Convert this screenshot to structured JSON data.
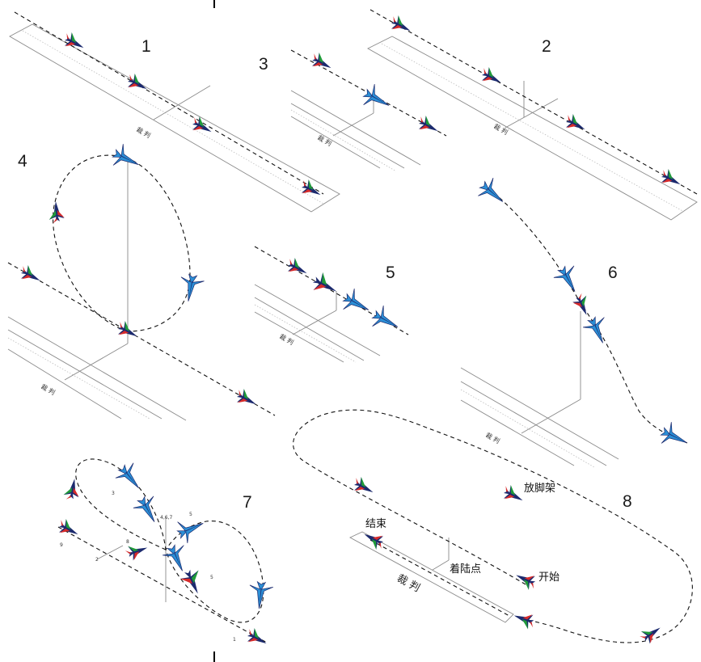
{
  "sections": [
    {
      "number": "1"
    },
    {
      "number": "2"
    },
    {
      "number": "3"
    },
    {
      "number": "4"
    },
    {
      "number": "5"
    },
    {
      "number": "6"
    },
    {
      "number": "7"
    },
    {
      "number": "8"
    }
  ],
  "judge_label": "裁 判",
  "judge_label_8": "裁 判",
  "labels_8": {
    "gear_down": "放脚架",
    "end": "结束",
    "touchdown": "着陆点",
    "start": "开始"
  },
  "labels_7": {
    "t1": "1",
    "t2": "2",
    "t3": "3",
    "t4": "4",
    "t5": "5",
    "t6": "6",
    "t7": "7",
    "t8": "8",
    "t9": "9",
    "top": "4,6,7"
  },
  "colors": {
    "blue": "#2b8fd6",
    "dark_blue": "#1c2a6e",
    "red": "#d62b2b",
    "green": "#1f9a3a",
    "track": "#111111",
    "guide": "#8a8a8a"
  }
}
